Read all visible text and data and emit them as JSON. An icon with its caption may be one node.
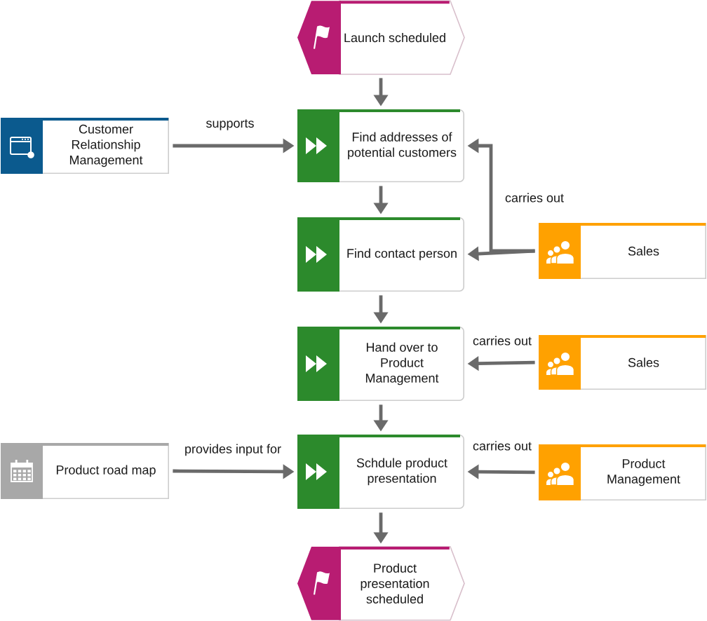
{
  "diagram": {
    "nodes": [
      {
        "text": [
          "Launch scheduled"
        ]
      },
      {
        "text": [
          "Customer Relationship Management"
        ]
      },
      {
        "text": [
          "Find addresses of potential customers"
        ]
      },
      {
        "text": [
          "Find contact person"
        ]
      },
      {
        "text": [
          "Sales"
        ]
      },
      {
        "text": [
          "Hand over to Product Management"
        ]
      },
      {
        "text": [
          "Sales"
        ]
      },
      {
        "text": [
          "Product road map"
        ]
      },
      {
        "text": [
          "Schdule product presentation"
        ]
      },
      {
        "text": [
          "Product Management"
        ]
      },
      {
        "text": [
          "Product presentation scheduled"
        ]
      }
    ],
    "edges": [
      {
        "from": 0,
        "to": 2,
        "arrow": "to"
      },
      {
        "from": 1,
        "to": 2,
        "arrow": "to",
        "label": "supports"
      },
      {
        "from": 2,
        "to": 3,
        "arrow": "to"
      },
      {
        "from": 4,
        "to": 2,
        "arrow": "to",
        "label": "carries out"
      },
      {
        "from": 4,
        "to": 3,
        "arrow": "to"
      },
      {
        "from": 3,
        "to": 5,
        "arrow": "to"
      },
      {
        "from": 6,
        "to": 5,
        "arrow": "to",
        "label": "carries out"
      },
      {
        "from": 5,
        "to": 8,
        "arrow": "to"
      },
      {
        "from": 7,
        "to": 8,
        "arrow": "to",
        "label": "provides input for"
      },
      {
        "from": 9,
        "to": 8,
        "arrow": "to",
        "label": "carries out"
      },
      {
        "from": 8,
        "to": 10,
        "arrow": "to"
      }
    ]
  }
}
